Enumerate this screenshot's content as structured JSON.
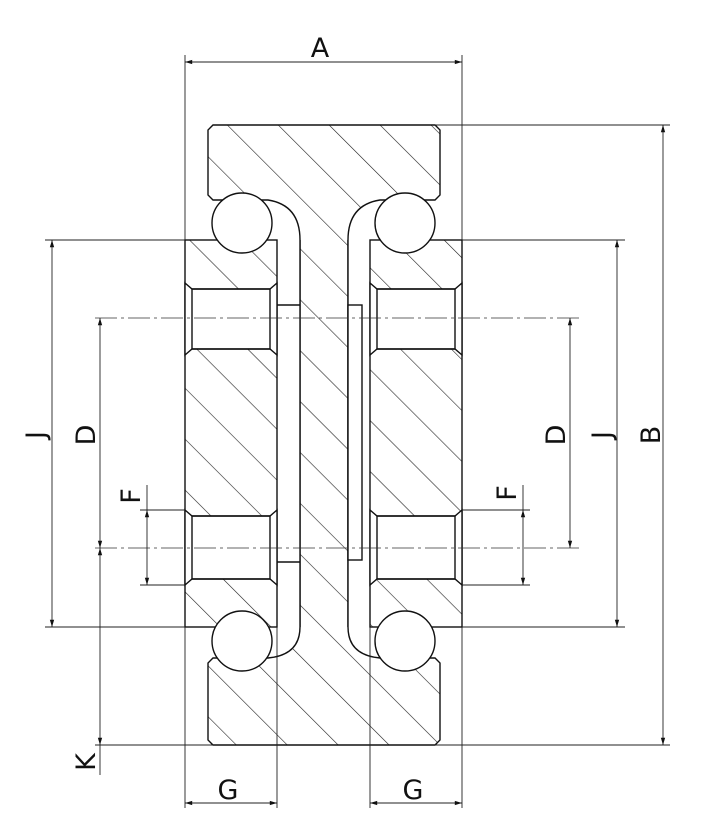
{
  "drawing": {
    "title": "Linear guide cross-section with ball bearings",
    "dimensions": {
      "A": "A",
      "B": "B",
      "J_left": "J",
      "J_right": "J",
      "D_left": "D",
      "D_right": "D",
      "F_left": "F",
      "F_right": "F",
      "G_left": "G",
      "G_right": "G",
      "K": "K"
    },
    "colors": {
      "line": "#111111",
      "background": "#ffffff"
    }
  }
}
